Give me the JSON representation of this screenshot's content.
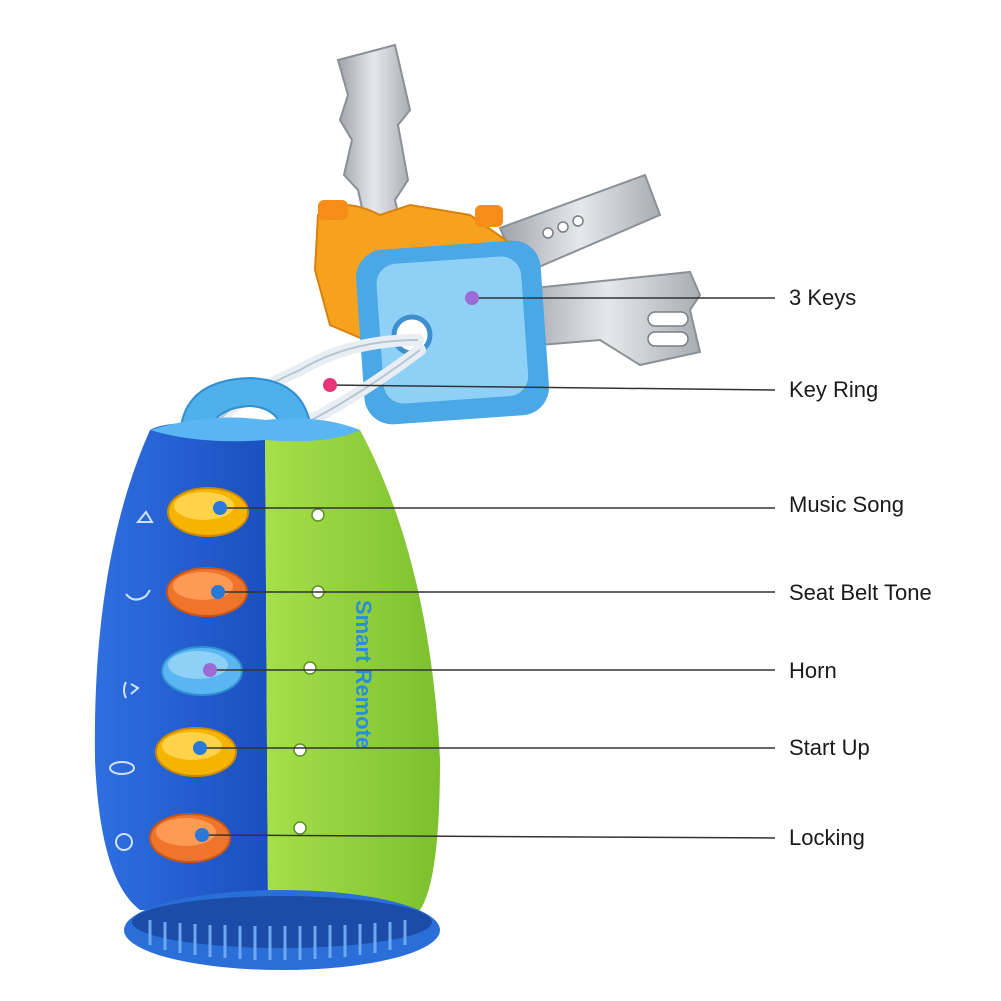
{
  "product": {
    "remote_text": "Smart Remote"
  },
  "callouts": [
    {
      "label": "3 Keys",
      "dot_color": "#9b6bd6"
    },
    {
      "label": "Key Ring",
      "dot_color": "#e8357a"
    },
    {
      "label": "Music Song",
      "dot_color": "#2a78d8"
    },
    {
      "label": "Seat Belt Tone",
      "dot_color": "#2a78d8"
    },
    {
      "label": "Horn",
      "dot_color": "#9b6bd6"
    },
    {
      "label": "Start Up",
      "dot_color": "#2a78d8"
    },
    {
      "label": "Locking",
      "dot_color": "#2a78d8"
    }
  ],
  "colors": {
    "body_blue": "#1f5fd0",
    "body_green": "#8fd43a",
    "ring_light_blue": "#4fb0ec",
    "button_yellow": "#f5b400",
    "button_orange": "#f0752a",
    "button_light_blue": "#5ab6f2",
    "key_silver": "#c9cdd2",
    "key_cap_orange": "#f79a1e",
    "key_cap_blue": "#6ec0f0"
  }
}
